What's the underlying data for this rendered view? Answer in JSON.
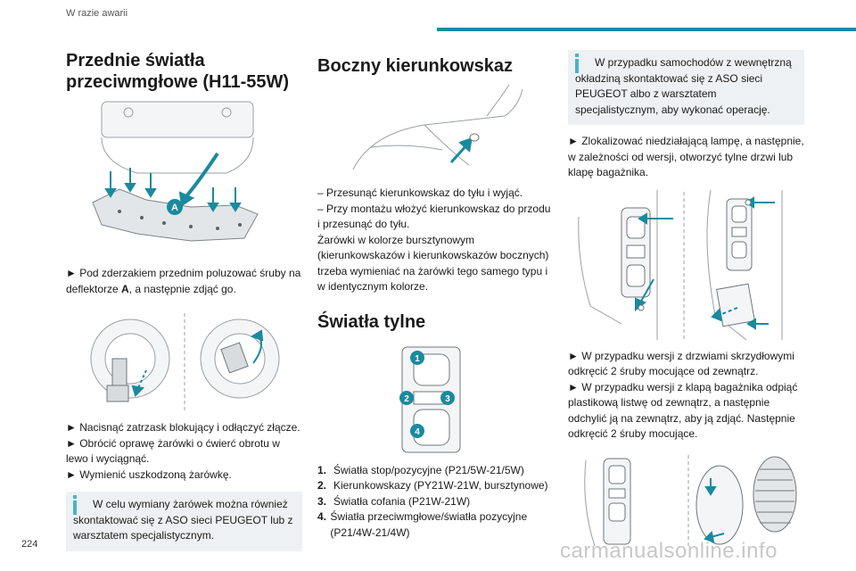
{
  "header": {
    "section": "W razie awarii"
  },
  "page_number": "224",
  "watermark": "carmanualsonline.info",
  "col1": {
    "title_line1": "Przednie światła",
    "title_line2": "przeciwmgłowe (H11-55W)",
    "fig1_label": "A",
    "p1_prefix": "► Pod zderzakiem przednim poluzować śruby na deflektorze ",
    "p1_bold": "A",
    "p1_suffix": ", a następnie zdjąć go.",
    "p2": "► Nacisnąć zatrzask blokujący i odłączyć złącze.",
    "p3": "► Obrócić oprawę żarówki o ćwierć obrotu w lewo i wyciągnąć.",
    "p4": "► Wymienić uszkodzoną żarówkę.",
    "info": "W celu wymiany żarówek można również skontaktować się z ASO sieci PEUGEOT lub z warsztatem specjalistycznym."
  },
  "col2": {
    "title1": "Boczny kierunkowskaz",
    "p1": "– Przesunąć kierunkowskaz do tyłu i wyjąć.",
    "p2": "– Przy montażu włożyć kierunkowskaz do przodu i przesunąć do tyłu.",
    "p3": "Żarówki w kolorze bursztynowym (kierunkowskazów i kierunkowskazów bocznych) trzeba wymieniać na żarówki tego samego typu i w identycznym kolorze.",
    "title2": "Światła tylne",
    "lamp_labels": [
      "1",
      "2",
      "3",
      "4"
    ],
    "list": [
      {
        "n": "1.",
        "text": "Światła stop/pozycyjne (P21/5W-21/5W)"
      },
      {
        "n": "2.",
        "text": "Kierunkowskazy (PY21W-21W, bursztynowe)"
      },
      {
        "n": "3.",
        "text": "Światła cofania (P21W-21W)"
      },
      {
        "n": "4.",
        "text": "Światła przeciwmgłowe/światła pozycyjne (P21/4W-21/4W)"
      }
    ]
  },
  "col3": {
    "info": "W przypadku samochodów z wewnętrzną okładziną skontaktować się z ASO sieci PEUGEOT albo z warsztatem specjalistycznym, aby wykonać operację.",
    "p1": "► Zlokalizować niedziałającą lampę, a następnie, w zależności od wersji, otworzyć tylne drzwi lub klapę bagażnika.",
    "p2": "► W przypadku wersji z drzwiami skrzydłowymi odkręcić 2 śruby mocujące od zewnątrz.",
    "p3": "► W przypadku wersji z klapą bagażnika odpiąć plastikową listwę od zewnątrz, a następnie odchylić ją na zewnątrz, aby ją zdjąć. Następnie odkręcić 2 śruby mocujące."
  },
  "colors": {
    "accent": "#1a8a9e",
    "info_bg": "#eef1f3",
    "info_icon": "#4ab3c7",
    "arrow": "#1a8a9e"
  }
}
